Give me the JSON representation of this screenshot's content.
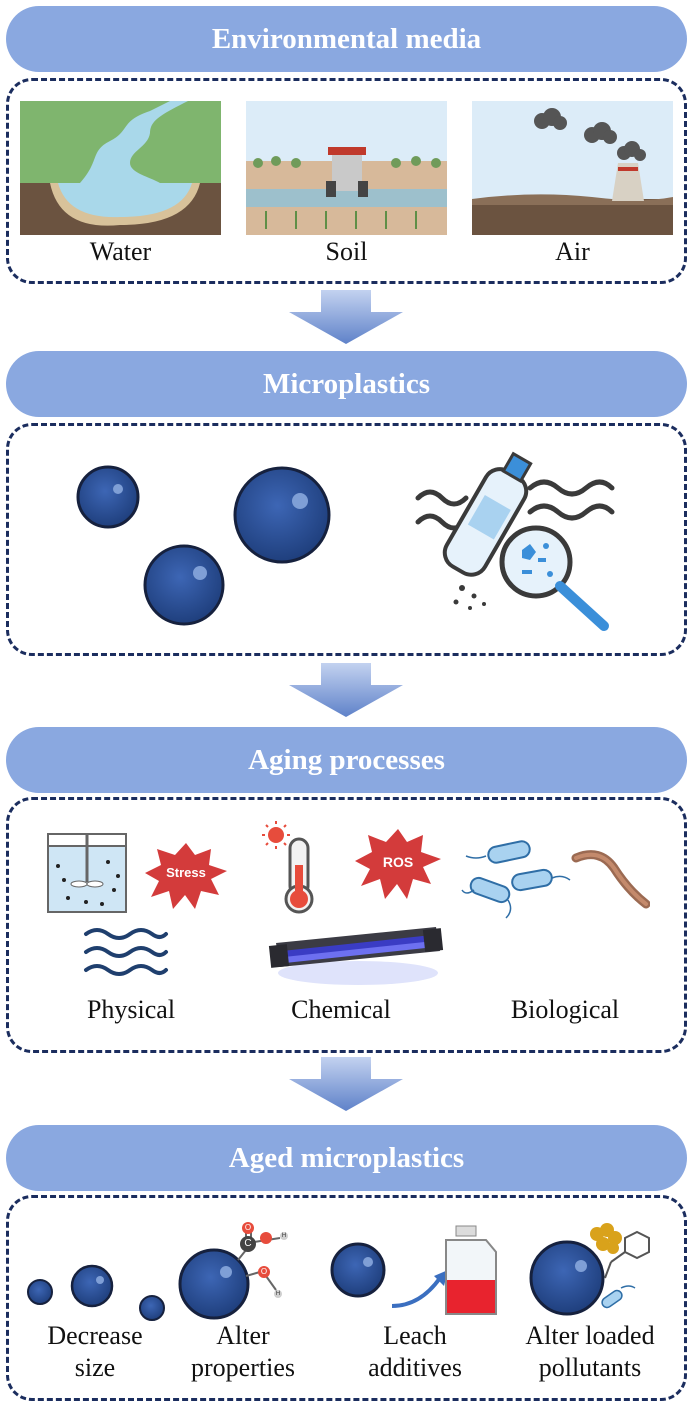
{
  "sections": {
    "environmental_media": {
      "title": "Environmental media",
      "items": [
        "Water",
        "Soil",
        "Air"
      ]
    },
    "microplastics": {
      "title": "Microplastics"
    },
    "aging_processes": {
      "title": "Aging processes",
      "items": [
        "Physical",
        "Chemical",
        "Biological"
      ],
      "badges": {
        "stress": "Stress",
        "ros": "ROS"
      }
    },
    "aged_microplastics": {
      "title": "Aged microplastics",
      "items": [
        {
          "line1": "Decrease",
          "line2": "size"
        },
        {
          "line1": "Alter",
          "line2": "properties"
        },
        {
          "line1": "Leach",
          "line2": "additives"
        },
        {
          "line1": "Alter loaded",
          "line2": "pollutants"
        }
      ],
      "atoms": {
        "c": "C",
        "o1": "O",
        "o2": "O",
        "h1": "H",
        "h2": "H"
      }
    }
  },
  "colors": {
    "banner": "#8aa8e0",
    "panel_border": "#1b2d5e",
    "particle": "#2a4f96",
    "arrow": "#5f82c9",
    "badge": "#d33b3b",
    "uv_light": "#3a3cc4"
  }
}
